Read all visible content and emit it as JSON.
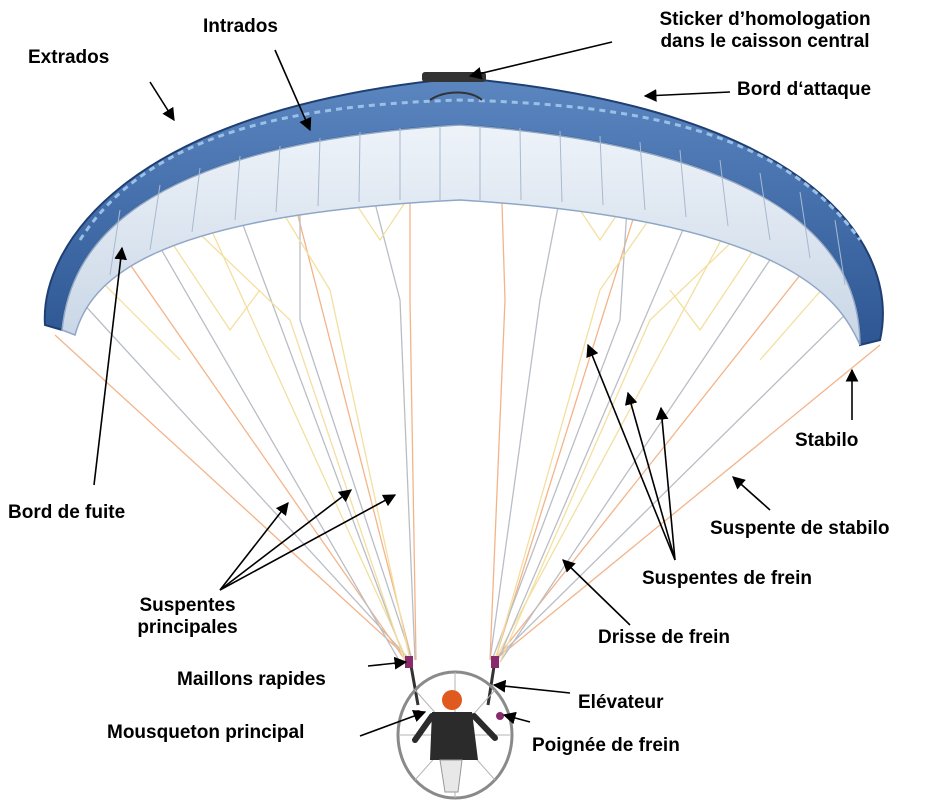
{
  "labels": {
    "extrados": "Extrados",
    "intrados": "Intrados",
    "sticker_line1": "Sticker d’homologation",
    "sticker_line2": "dans le caisson central",
    "bord_attaque": "Bord d‘attaque",
    "stabilo": "Stabilo",
    "bord_de_fuite": "Bord de fuite",
    "suspente_de_stabilo": "Suspente de stabilo",
    "suspentes_de_frein": "Suspentes de frein",
    "suspentes_principales_line1": "Suspentes",
    "suspentes_principales_line2": "principales",
    "drisse_de_frein": "Drisse de frein",
    "maillons_rapides": "Maillons rapides",
    "elevateur": "Elévateur",
    "mousqueton_principal": "Mousqueton principal",
    "poignee_de_frein": "Poignée de frein"
  },
  "colors": {
    "wing_top": "#3f6fad",
    "wing_dark": "#2c5592",
    "wing_under": "#dfe8f2",
    "line_grey": "#b9bec6",
    "line_orange": "#f3b48a",
    "line_yellow": "#f4dfa0",
    "frame": "#8a8a8a",
    "helmet": "#e05a20"
  }
}
